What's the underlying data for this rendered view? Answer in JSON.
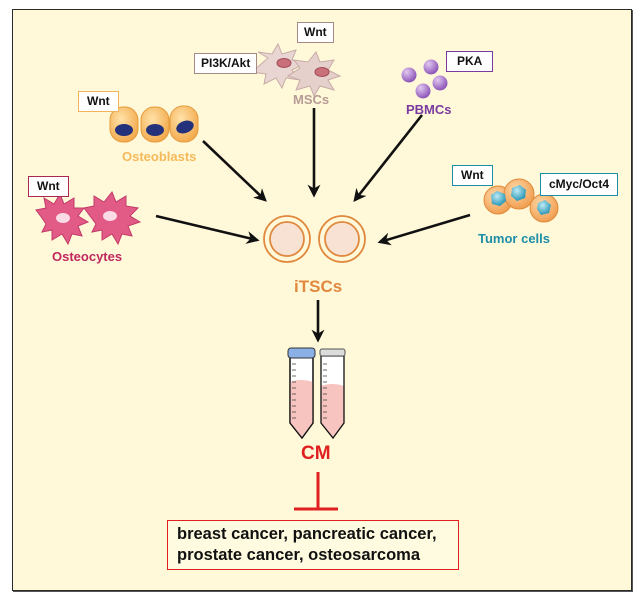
{
  "colors": {
    "background": "#fff9da",
    "osteoblast": "#f6b95a",
    "msc": "#b89a96",
    "pbmc": "#7b3aa0",
    "osteocyte": "#c0285e",
    "tumor": "#1e8ea8",
    "itsc": "#e0893e",
    "inhibition": "#e02020"
  },
  "sources": {
    "msc": {
      "label": "MSCs",
      "pathways": [
        "Wnt",
        "PI3K/Akt"
      ]
    },
    "pbmc": {
      "label": "PBMCs",
      "pathways": [
        "PKA"
      ]
    },
    "osteoblast": {
      "label": "Osteoblasts",
      "pathways": [
        "Wnt"
      ]
    },
    "osteocyte": {
      "label": "Osteocytes",
      "pathways": [
        "Wnt"
      ]
    },
    "tumor": {
      "label": "Tumor cells",
      "pathways": [
        "Wnt",
        "cMyc/Oct4"
      ]
    }
  },
  "center": {
    "label": "iTSCs"
  },
  "product": {
    "label": "CM"
  },
  "targets": {
    "line1": "breast cancer, pancreatic cancer,",
    "line2": "prostate cancer, osteosarcoma"
  }
}
